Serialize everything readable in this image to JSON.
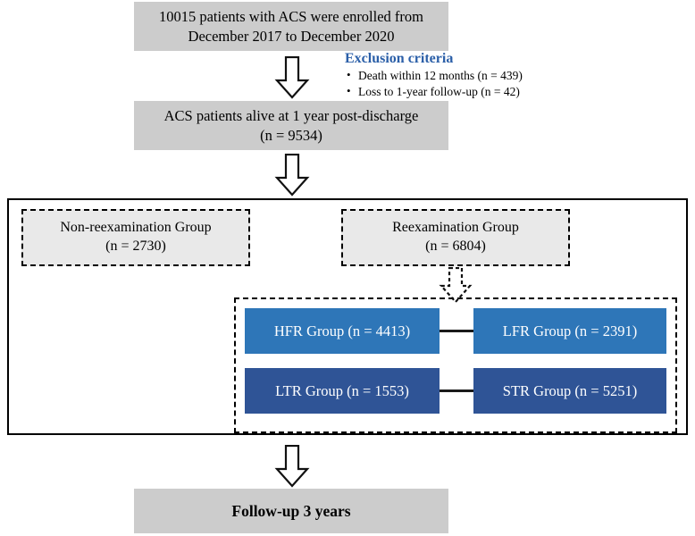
{
  "diagram": {
    "title": "ACS patient enrollment and group allocation flowchart",
    "colors": {
      "gray_box_fill": "#CCCCCC",
      "dashed_box_fill": "#E9E9E9",
      "blue_light": "#2E76B8",
      "blue_dark": "#2F5496",
      "accent_blue_text": "#2B5FA8",
      "outline": "#000000"
    },
    "enrollment_box": {
      "line1": "10015 patients with ACS were enrolled from",
      "line2": "December 2017 to December 2020"
    },
    "exclusion": {
      "title": "Exclusion criteria",
      "items": [
        "Death within 12 months (n = 439)",
        "Loss to 1-year follow-up (n = 42)"
      ]
    },
    "alive_box": {
      "line1": "ACS patients alive at 1 year post-discharge",
      "line2": "(n = 9534)"
    },
    "groups": {
      "non_reexamination": {
        "line1": "Non-reexamination Group",
        "line2": "(n = 2730)"
      },
      "reexamination": {
        "line1": "Reexamination Group",
        "line2": "(n = 6804)"
      }
    },
    "subgroups": [
      {
        "label": "HFR Group (n = 4413)",
        "shade": "light"
      },
      {
        "label": "LFR Group (n = 2391)",
        "shade": "light"
      },
      {
        "label": "LTR Group (n = 1553)",
        "shade": "dark"
      },
      {
        "label": "STR Group (n = 5251)",
        "shade": "dark"
      }
    ],
    "followup_box": {
      "label": "Follow-up 3 years"
    },
    "arrows": {
      "enrollment_to_alive": "down-block-arrow",
      "alive_to_container": "down-block-arrow",
      "reexamination_to_subgroups": "down-block-arrow-dashed",
      "container_to_followup": "down-block-arrow"
    }
  }
}
